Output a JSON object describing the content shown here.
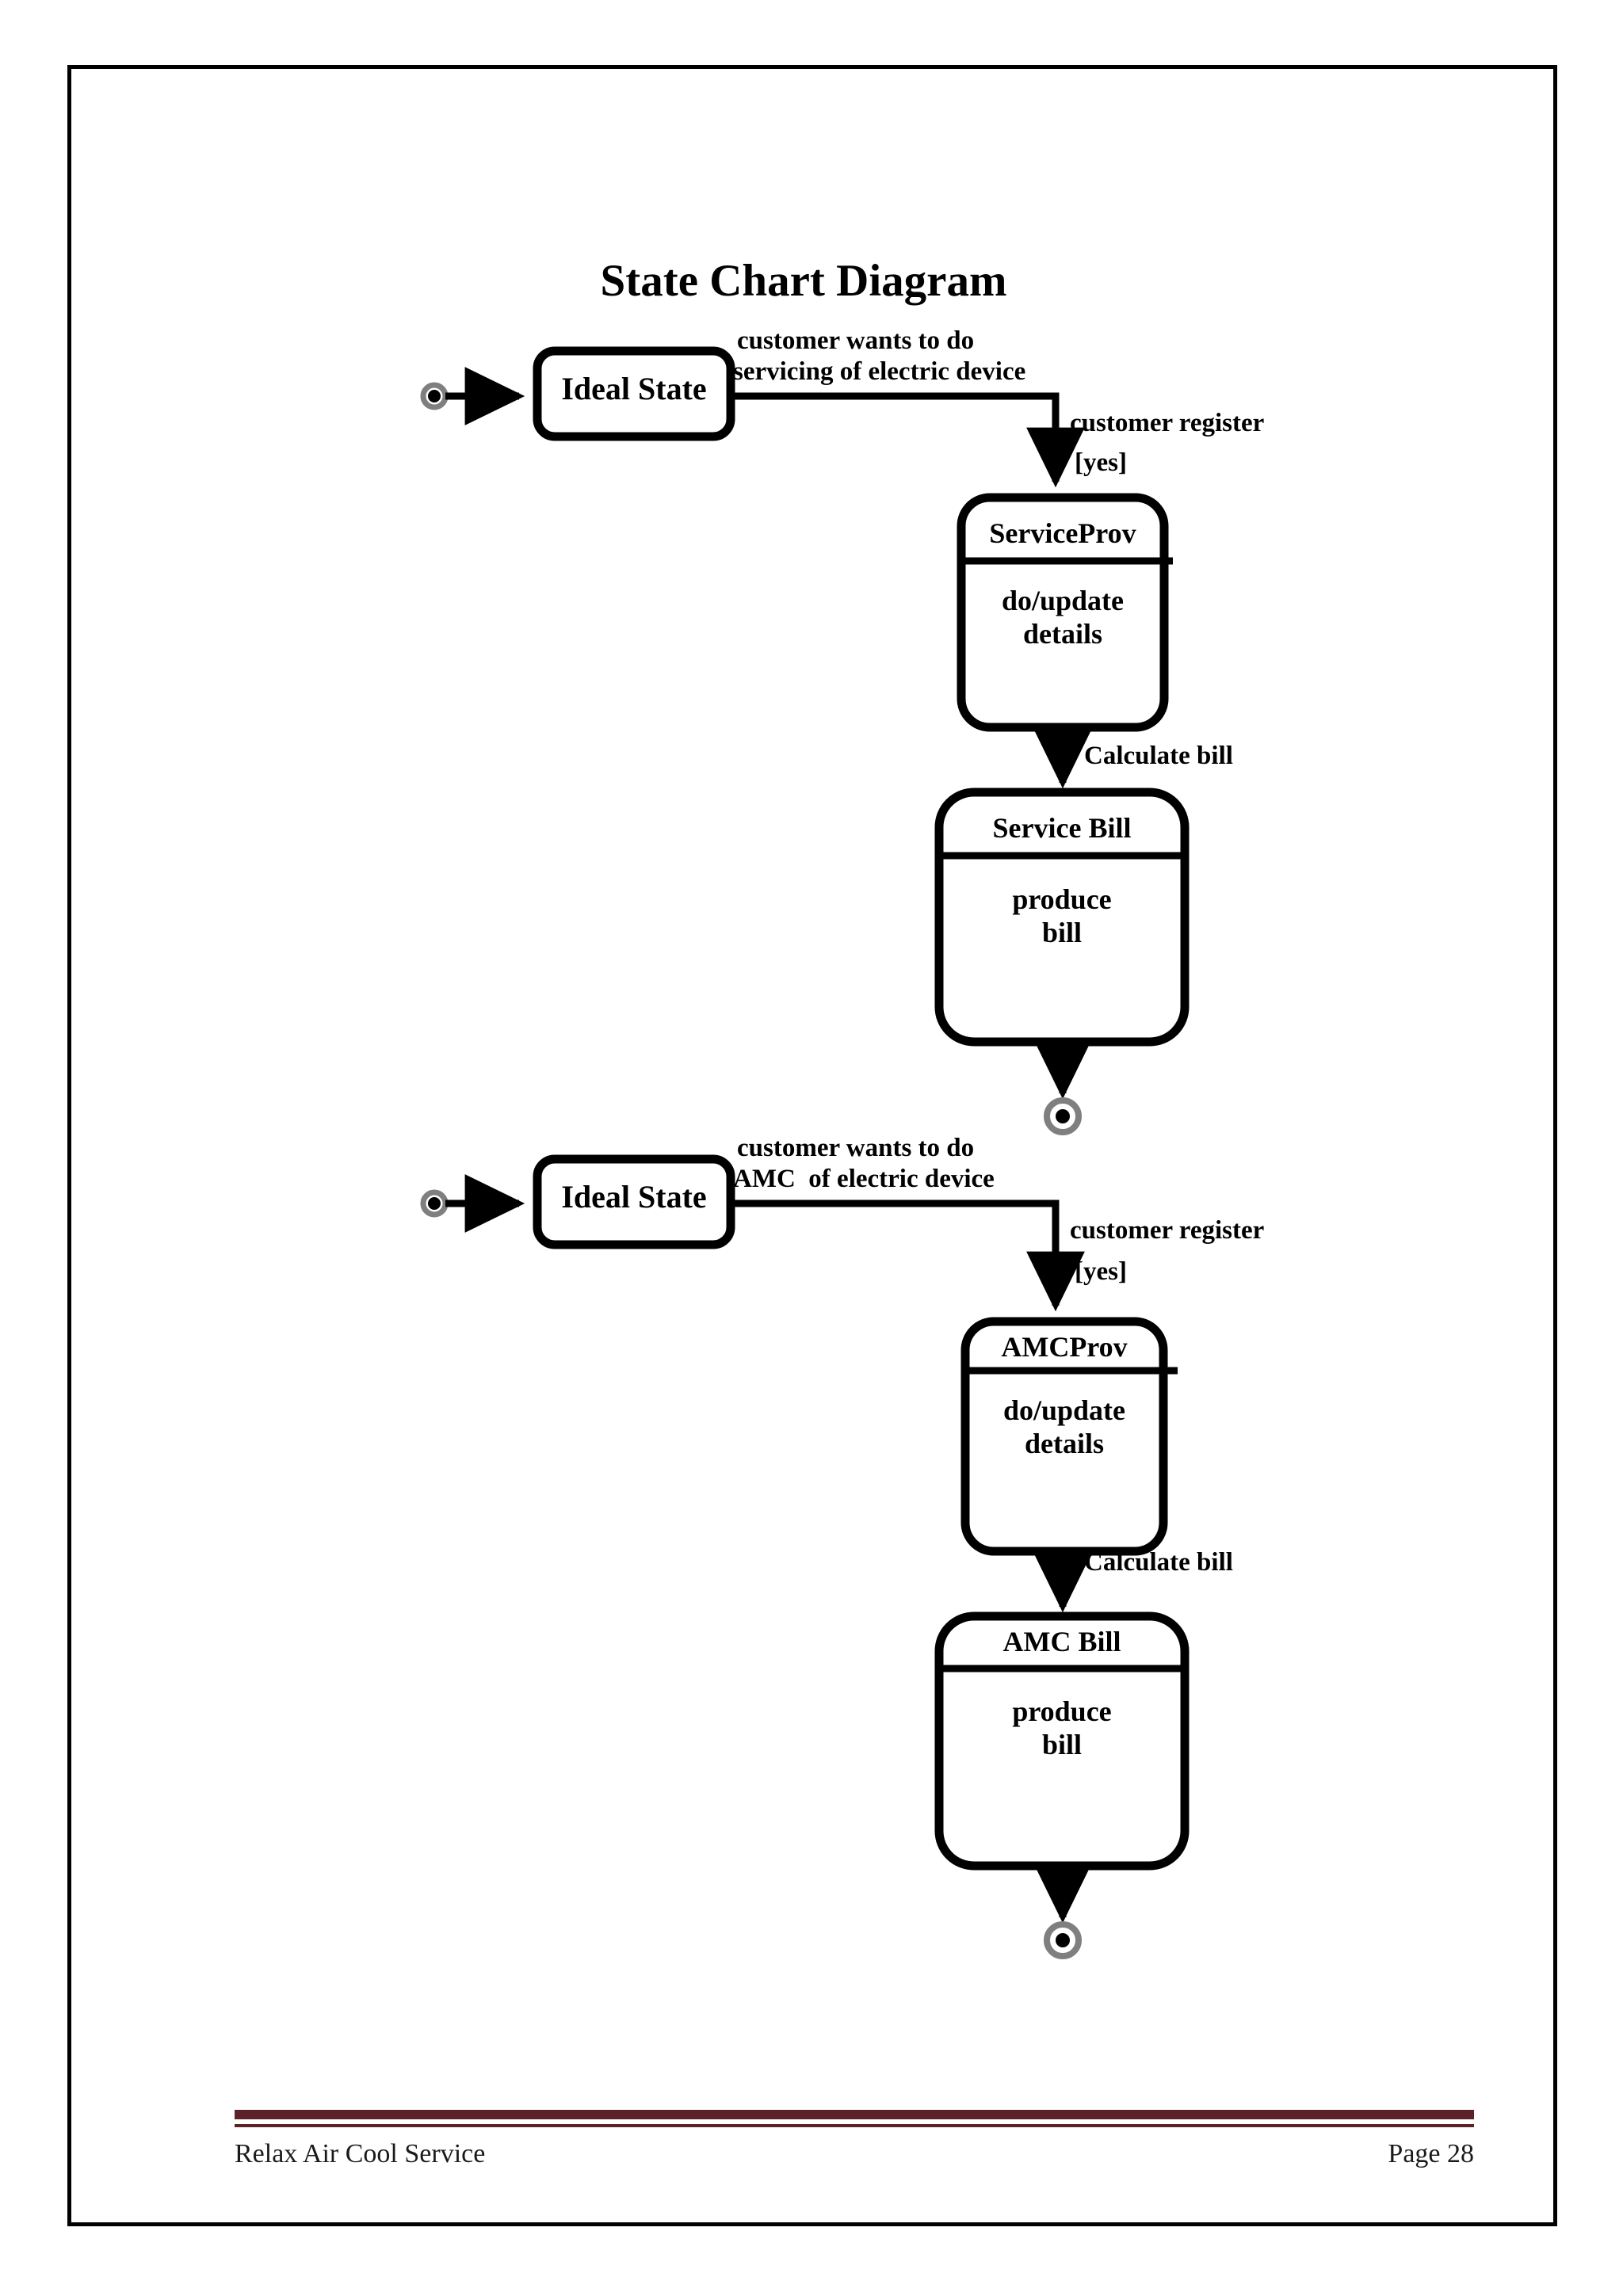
{
  "document": {
    "title": "State Chart Diagram",
    "footer": {
      "left_text": "Relax Air Cool Service",
      "right_text": "Page 28",
      "rule_color": "#5b2327"
    },
    "border_color": "#000000",
    "background": "#ffffff"
  },
  "diagram": {
    "type": "uml-state-chart",
    "stroke_color": "#000000",
    "initial_state_ring_color": "#7f7f7f",
    "final_state_ring_color": "#7f7f7f",
    "flows": [
      {
        "id": "service-flow",
        "initial_state_name": "initial-state",
        "states": [
          {
            "id": "ideal-state-1",
            "name": "Ideal State",
            "compartments": false
          },
          {
            "id": "service-prov",
            "name": "ServiceProv",
            "activity_lines": [
              "do/update",
              "details"
            ],
            "compartments": true
          },
          {
            "id": "service-bill",
            "name": "Service Bill",
            "activity_lines": [
              "produce",
              "bill"
            ],
            "compartments": true
          }
        ],
        "transitions": [
          {
            "id": "t-start-ideal-1",
            "from": "initial",
            "to": "ideal-state-1",
            "label_lines": []
          },
          {
            "id": "t-ideal-serviceprov",
            "from": "ideal-state-1",
            "to": "service-prov",
            "label_lines": [
              "customer wants to do",
              "servicing of electric device"
            ],
            "guard_lines": [
              "customer register",
              "[yes]"
            ]
          },
          {
            "id": "t-serviceprov-bill",
            "from": "service-prov",
            "to": "service-bill",
            "label_lines": [
              "Calculate bill"
            ]
          },
          {
            "id": "t-bill-final",
            "from": "service-bill",
            "to": "final",
            "label_lines": []
          }
        ]
      },
      {
        "id": "amc-flow",
        "initial_state_name": "initial-state",
        "states": [
          {
            "id": "ideal-state-2",
            "name": "Ideal State",
            "compartments": false
          },
          {
            "id": "amc-prov",
            "name": "AMCProv",
            "activity_lines": [
              "do/update",
              "details"
            ],
            "compartments": true
          },
          {
            "id": "amc-bill",
            "name": "AMC Bill",
            "activity_lines": [
              "produce",
              "bill"
            ],
            "compartments": true
          }
        ],
        "transitions": [
          {
            "id": "t-start-ideal-2",
            "from": "initial",
            "to": "ideal-state-2",
            "label_lines": []
          },
          {
            "id": "t-ideal-amcprov",
            "from": "ideal-state-2",
            "to": "amc-prov",
            "label_lines": [
              "customer wants to do",
              "AMC  of electric device"
            ],
            "guard_lines": [
              "customer register",
              "[yes]"
            ]
          },
          {
            "id": "t-amcprov-bill",
            "from": "amc-prov",
            "to": "amc-bill",
            "label_lines": [
              "Calculate bill"
            ]
          },
          {
            "id": "t-amcbill-final",
            "from": "amc-bill",
            "to": "final",
            "label_lines": []
          }
        ]
      }
    ],
    "labels": {
      "ideal_state_1": "Ideal State",
      "ideal_state_2": "Ideal State",
      "service_prov": "ServiceProv",
      "service_prov_activity_1": "do/update",
      "service_prov_activity_2": "details",
      "service_bill": "Service Bill",
      "service_bill_activity_1": "produce",
      "service_bill_activity_2": "bill",
      "amc_prov": "AMCProv",
      "amc_prov_activity_1": "do/update",
      "amc_prov_activity_2": "details",
      "amc_bill": "AMC Bill",
      "amc_bill_activity_1": "produce",
      "amc_bill_activity_2": "bill",
      "edge_1_line1": "customer wants to do",
      "edge_1_line2": "servicing of electric device",
      "edge_1_guard1": "customer register",
      "edge_1_guard2": "[yes]",
      "edge_2_label": "Calculate bill",
      "edge_3_line1": "customer wants to do",
      "edge_3_line2": "AMC  of electric device",
      "edge_3_guard1": "customer register",
      "edge_3_guard2": "[yes]",
      "edge_4_label": "Calculate bill"
    }
  }
}
